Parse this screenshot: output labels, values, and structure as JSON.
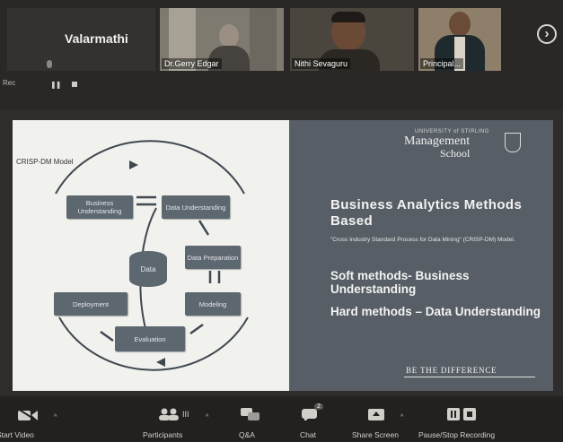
{
  "participants": {
    "self_name": "Valarmathi",
    "tiles": [
      {
        "name": "Dr.Gerry Edgar"
      },
      {
        "name": "Nithi Sevaguru"
      },
      {
        "name": "Principal..."
      }
    ]
  },
  "share": {
    "left": {
      "model_title": "CRISP-DM Model",
      "boxes": {
        "business_understanding": "Business Understanding",
        "data_understanding": "Data Understanding",
        "data_preparation": "Data Preparation",
        "modeling": "Modeling",
        "evaluation": "Evaluation",
        "deployment": "Deployment",
        "data": "Data"
      }
    },
    "right": {
      "logo_top": "UNIVERSITY of STIRLING",
      "logo_mid": "Management",
      "logo_bottom": "School",
      "heading": "Business Analytics Methods Based",
      "subheading": "\"Cross Industry Standard Process for Data Mining\" (CRISP-DM) Model.",
      "soft": "Soft methods- Business Understanding",
      "hard": "Hard methods – Data Understanding",
      "tagline": "BE THE DIFFERENCE"
    }
  },
  "toolbar": {
    "start_video": "Start Video",
    "participants": "Participants",
    "participants_count": "III",
    "qa": "Q&A",
    "chat": "Chat",
    "chat_badge": "2",
    "share_screen": "Share Screen",
    "record": "Pause/Stop Recording"
  },
  "icons": {
    "next": "chevron-right-icon",
    "video": "video-camera-icon",
    "participants": "people-icon",
    "qa": "qa-bubbles-icon",
    "chat": "chat-bubble-icon",
    "share": "share-screen-icon",
    "record": "pause-stop-icon"
  }
}
